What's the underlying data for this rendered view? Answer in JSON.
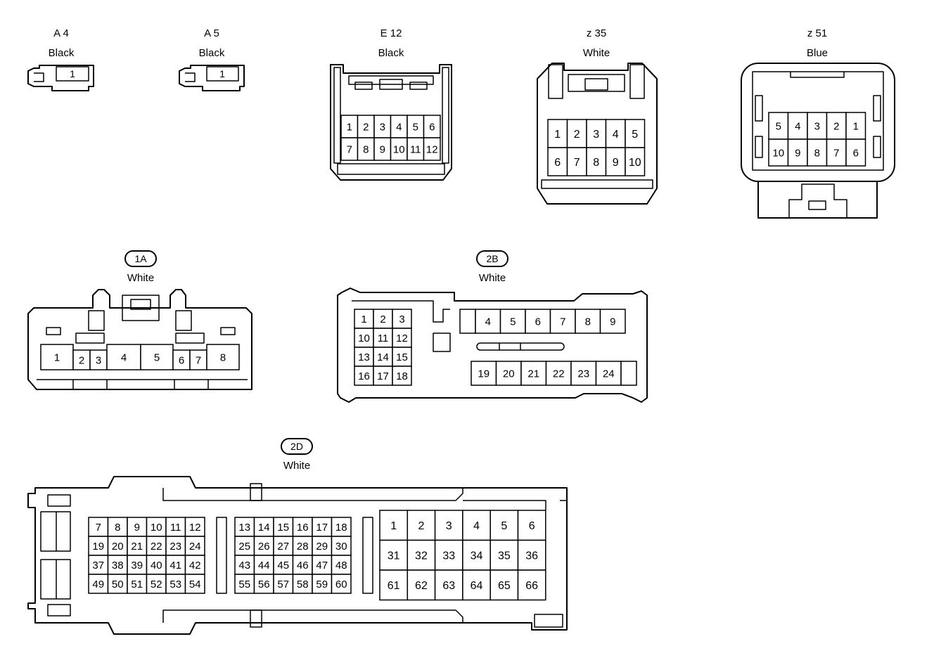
{
  "connectors": [
    {
      "id": "A 4",
      "color": "Black",
      "pins": [
        "1"
      ]
    },
    {
      "id": "A 5",
      "color": "Black",
      "pins": [
        "1"
      ]
    },
    {
      "id": "E 12",
      "color": "Black",
      "pins": [
        "1",
        "2",
        "3",
        "4",
        "5",
        "6",
        "7",
        "8",
        "9",
        "10",
        "11",
        "12"
      ]
    },
    {
      "id": "z 35",
      "color": "White",
      "pins": [
        "1",
        "2",
        "3",
        "4",
        "5",
        "6",
        "7",
        "8",
        "9",
        "10"
      ]
    },
    {
      "id": "z 51",
      "color": "Blue",
      "pins": [
        "5",
        "4",
        "3",
        "2",
        "1",
        "10",
        "9",
        "8",
        "7",
        "6"
      ]
    },
    {
      "id": "1A",
      "color": "White",
      "pins": [
        "1",
        "2",
        "3",
        "4",
        "5",
        "6",
        "7",
        "8"
      ]
    },
    {
      "id": "2B",
      "color": "White",
      "pins": [
        "1",
        "2",
        "3",
        "10",
        "11",
        "12",
        "13",
        "14",
        "15",
        "16",
        "17",
        "18",
        "4",
        "5",
        "6",
        "7",
        "8",
        "9",
        "19",
        "20",
        "21",
        "22",
        "23",
        "24"
      ]
    },
    {
      "id": "2D",
      "color": "White",
      "pins": [
        "7",
        "8",
        "9",
        "10",
        "11",
        "12",
        "19",
        "20",
        "21",
        "22",
        "23",
        "24",
        "37",
        "38",
        "39",
        "40",
        "41",
        "42",
        "49",
        "50",
        "51",
        "52",
        "53",
        "54",
        "13",
        "14",
        "15",
        "16",
        "17",
        "18",
        "25",
        "26",
        "27",
        "28",
        "29",
        "30",
        "43",
        "44",
        "45",
        "46",
        "47",
        "48",
        "55",
        "56",
        "57",
        "58",
        "59",
        "60",
        "1",
        "2",
        "3",
        "4",
        "5",
        "6",
        "31",
        "32",
        "33",
        "34",
        "35",
        "36",
        "61",
        "62",
        "63",
        "64",
        "65",
        "66"
      ]
    }
  ]
}
